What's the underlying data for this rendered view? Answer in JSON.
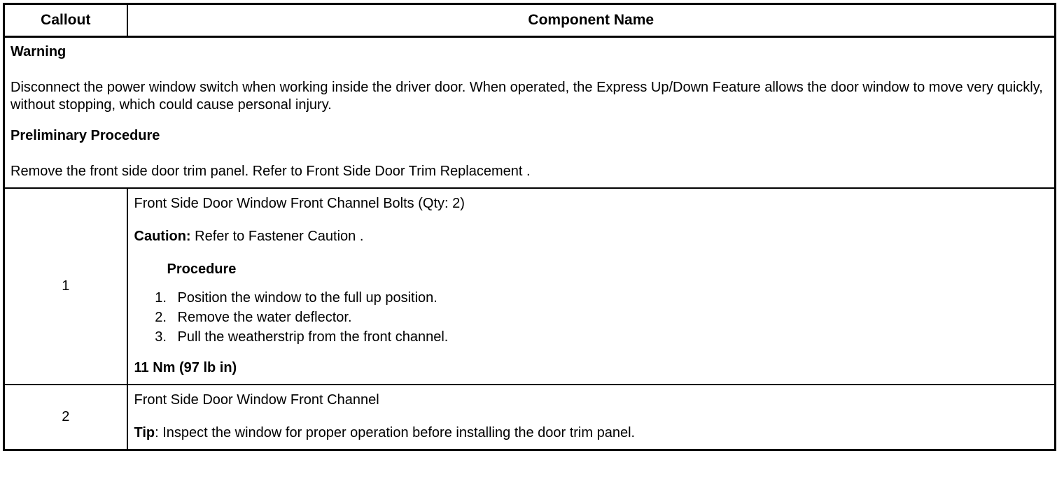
{
  "table": {
    "headers": {
      "callout": "Callout",
      "component_name": "Component Name"
    },
    "notice": {
      "warning_heading": "Warning",
      "warning_text": "Disconnect the power window switch when working inside the driver door. When operated, the Express Up/Down Feature allows the door window to move very quickly, without stopping, which could cause personal injury.",
      "preliminary_heading": "Preliminary Procedure",
      "preliminary_text": "Remove the front side door trim panel. Refer to Front Side Door Trim Replacement ."
    },
    "rows": [
      {
        "callout": "1",
        "component_name": "Front Side Door Window Front Channel Bolts (Qty: 2)",
        "caution_label": "Caution:",
        "caution_text": "Refer to Fastener Caution .",
        "procedure_heading": "Procedure",
        "procedure_steps": [
          "Position the window to the full up position.",
          "Remove the water deflector.",
          "Pull the weatherstrip from the front channel."
        ],
        "torque": "11 Nm (97 lb in)"
      },
      {
        "callout": "2",
        "component_name": "Front Side Door Window Front Channel",
        "tip_label": "Tip",
        "tip_text": ": Inspect the window for proper operation before installing the door trim panel."
      }
    ]
  },
  "colors": {
    "border": "#000000",
    "text": "#000000",
    "background": "#ffffff"
  }
}
